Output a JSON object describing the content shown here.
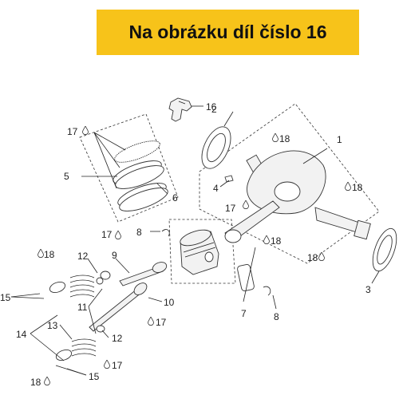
{
  "banner": {
    "title": "Na obrázku díl číslo 16",
    "color": "#f7c31a"
  },
  "callouts": {
    "c1": "1",
    "c2": "2",
    "c3": "3",
    "c4": "4",
    "c5": "5",
    "c6": "6",
    "c7": "7",
    "c8a": "8",
    "c8b": "8",
    "c9": "9",
    "c10": "10",
    "c11": "11",
    "c12a": "12",
    "c12b": "12",
    "c13": "13",
    "c14": "14",
    "c15a": "15",
    "c15b": "15",
    "c16": "16",
    "c17a": "17",
    "c17b": "17",
    "c17c": "17",
    "c17d": "17",
    "c17e": "17",
    "c18a": "18",
    "c18b": "18",
    "c18c": "18",
    "c18d": "18",
    "c18e": "18",
    "c18f": "18"
  },
  "icons": {
    "lubrication": "oil-drop-icon"
  }
}
